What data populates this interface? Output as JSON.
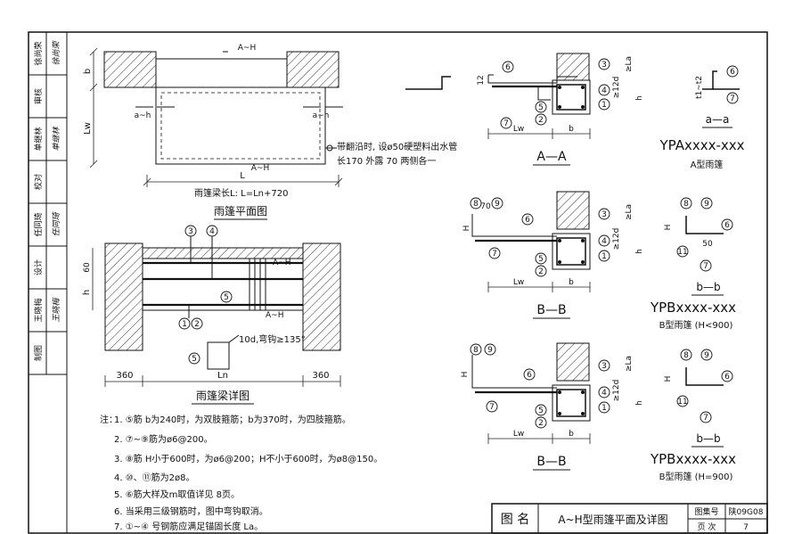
{
  "side": {
    "rows": [
      {
        "label": "审核",
        "name": "徐尚荣",
        "sig": "徐尚荣"
      },
      {
        "label": "校对",
        "name": "单继林",
        "sig": "单继林"
      },
      {
        "label": "设计",
        "name": "任同琦",
        "sig": "任同琦"
      },
      {
        "label": "制图",
        "name": "王晓梅",
        "sig": "王晓梅"
      }
    ]
  },
  "plan": {
    "title": "雨篷平面图",
    "beam_length": "雨篷梁长L:  L=Ln+720",
    "drain_note_1": "带翻沿时, 设ø50硬塑料出水管",
    "drain_note_2": "长170 外露 70 两侧各一",
    "dim_L": "L",
    "dim_b": "b",
    "dim_Lw": "Lw",
    "section_top": "A~H",
    "section_bot": "A~H",
    "cut_a": "a~h",
    "cut_b": "a~h"
  },
  "beam": {
    "title": "雨篷梁详图",
    "dim_60": "60",
    "dim_h": "h",
    "dim_360_left": "360",
    "dim_360_right": "360",
    "dim_Ln": "Ln",
    "hook_note": "10d,弯钩≥135°",
    "sec_top": "A~H",
    "sec_bot": "A~H",
    "m1": "1",
    "m2": "2",
    "m3": "3",
    "m4": "4",
    "m5": "5",
    "m5b": "5"
  },
  "sections": {
    "aa_label": "A—A",
    "aa_code": "YPAxxxx-xxx",
    "aa_type": "A型雨篷",
    "small_aa": "a—a",
    "bb1_label": "B—B",
    "bb1_code": "YPBxxxx-xxx",
    "bb1_type": "B型雨篷 (H<900)",
    "small_bb1": "b—b",
    "bb2_label": "B—B",
    "bb2_code": "YPBxxxx-xxx",
    "bb2_type": "B型雨篷 (H=900)",
    "small_bb2": "b—b",
    "dim_Lw": "Lw",
    "dim_b": "b",
    "dim_La": "≥La",
    "dim_12d": "≥12d",
    "dim_h": "h",
    "dim_H": "H",
    "dim_70": "70",
    "dim_50": "50",
    "dim_t1": "t1~t2",
    "dim_12": "12"
  },
  "notes": {
    "head": "注：",
    "items": [
      "1.  ⑤筋 b为240时，为双肢箍筋；b为370时，为四肢箍筋。",
      "2.  ⑦~⑨筋为ø6@200。",
      "3.  ⑧筋 H小于600时，为ø6@200；H不小于600时，为ø8@150。",
      "4.  ⑩、⑪筋为2ø8。",
      "5.  ⑥筋大样及m取值详见 8页。",
      "6.  当采用三级钢筋时，图中弯钩取消。",
      "7.  ①~④ 号钢筋应满足锚固长度 La。"
    ]
  },
  "titleblock": {
    "name_label": "图 名",
    "name": "A~H型雨篷平面及详图",
    "set_label": "图集号",
    "set_no": "陕09G08",
    "page_label": "页 次",
    "page_no": "7"
  }
}
